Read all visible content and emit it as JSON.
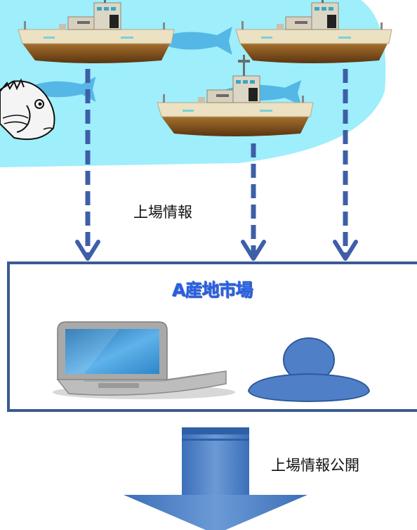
{
  "labels": {
    "catch_info": "上場情報",
    "publish_info": "上場情報公開",
    "market_name": "A産地市場"
  },
  "colors": {
    "sea": "#9eeefc",
    "fish_silhouette": "#55b7e6",
    "dashed_arrow": "#3e5fa8",
    "market_border": "#3a5a93",
    "person": "#4f7fc7",
    "big_arrow": "#4d80c4",
    "market_title": "#2a5ee0"
  },
  "icons": [
    "fishing-boat-icon",
    "fish-icon",
    "fish-silhouette-icon",
    "laptop-icon",
    "person-icon",
    "down-arrow-icon"
  ]
}
